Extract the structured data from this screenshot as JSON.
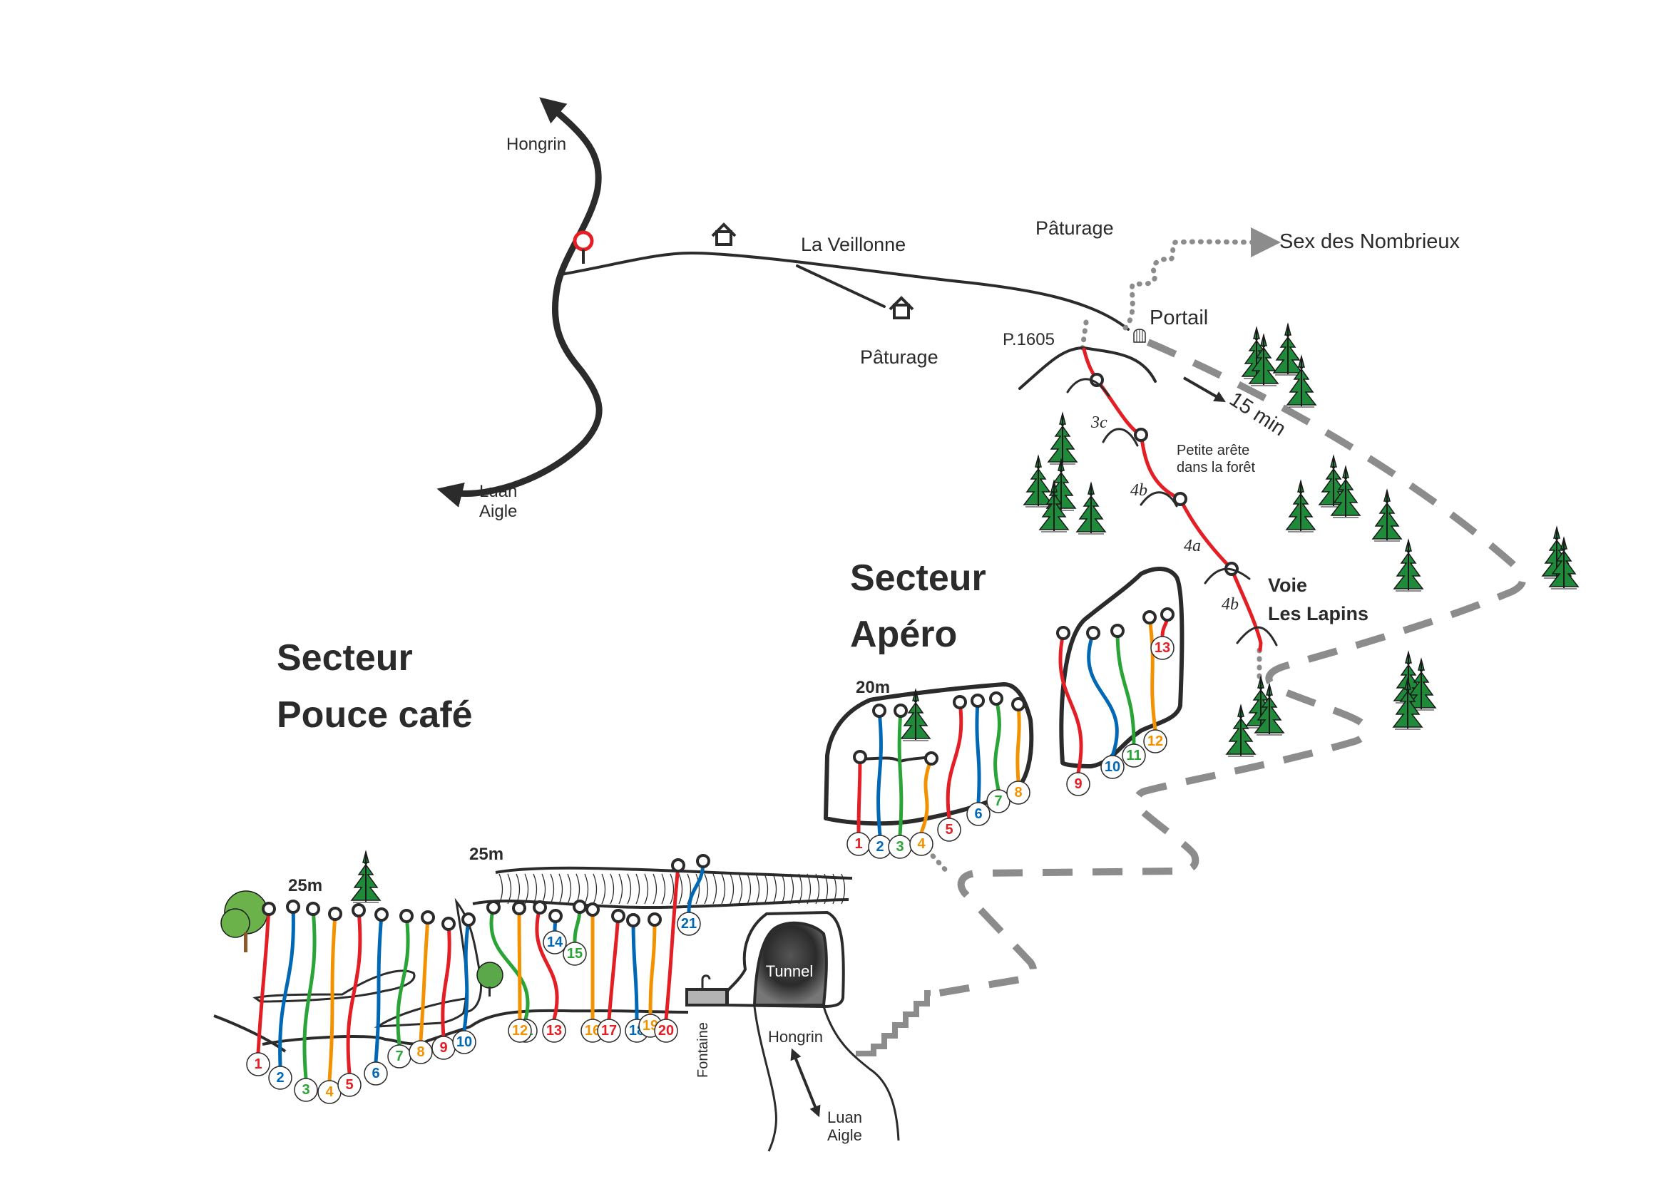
{
  "colors": {
    "red": "#e31e24",
    "blue": "#0068b4",
    "green": "#2aa437",
    "orange": "#f39200",
    "ink": "#2b2b2b",
    "trail": "#8c8c8c",
    "parking": "#e31e24",
    "tree_green": "#1f8a3a",
    "tunnel": "#333333"
  },
  "roads": {
    "main_north_label": "Hongrin",
    "main_south_label_1": "Luan",
    "main_south_label_2": "Aigle"
  },
  "places": {
    "la_veillonne": "La Veillonne",
    "paturage_south": "Pâturage",
    "paturage_north": "Pâturage",
    "sex_des_nombrieux": "Sex des Nombrieux",
    "portail": "Portail",
    "p1605": "P.1605",
    "walk_time": "15 min",
    "petite_arete_1": "Petite arête",
    "petite_arete_2": "dans la forêt",
    "fontaine": "Fontaine",
    "tunnel": "Tunnel",
    "tunnel_north": "Hongrin",
    "tunnel_south_1": "Luan",
    "tunnel_south_2": "Aigle"
  },
  "voie_les_lapins": {
    "title_1": "Voie",
    "title_2": "Les Lapins",
    "pitches": [
      "3c",
      "4b",
      "4a",
      "4b"
    ]
  },
  "sectors": {
    "pouce_cafe": {
      "title_1": "Secteur",
      "title_2": "Pouce café",
      "height_left": "25m",
      "height_right": "25m",
      "routes": [
        {
          "n": "1",
          "color": "red"
        },
        {
          "n": "2",
          "color": "blue"
        },
        {
          "n": "3",
          "color": "green"
        },
        {
          "n": "4",
          "color": "orange"
        },
        {
          "n": "5",
          "color": "red"
        },
        {
          "n": "6",
          "color": "blue"
        },
        {
          "n": "7",
          "color": "green"
        },
        {
          "n": "8",
          "color": "orange"
        },
        {
          "n": "9",
          "color": "red"
        },
        {
          "n": "10",
          "color": "blue"
        },
        {
          "n": "11",
          "color": "green"
        },
        {
          "n": "12",
          "color": "orange"
        },
        {
          "n": "13",
          "color": "red"
        },
        {
          "n": "14",
          "color": "blue"
        },
        {
          "n": "15",
          "color": "green"
        },
        {
          "n": "16",
          "color": "orange"
        },
        {
          "n": "17",
          "color": "red"
        },
        {
          "n": "18",
          "color": "blue"
        },
        {
          "n": "19",
          "color": "orange"
        },
        {
          "n": "20",
          "color": "red"
        },
        {
          "n": "21",
          "color": "blue"
        }
      ]
    },
    "apero": {
      "title_1": "Secteur",
      "title_2": "Apéro",
      "height": "20m",
      "routes": [
        {
          "n": "1",
          "color": "red"
        },
        {
          "n": "2",
          "color": "blue"
        },
        {
          "n": "3",
          "color": "green"
        },
        {
          "n": "4",
          "color": "orange"
        },
        {
          "n": "5",
          "color": "red"
        },
        {
          "n": "6",
          "color": "blue"
        },
        {
          "n": "7",
          "color": "green"
        },
        {
          "n": "8",
          "color": "orange"
        },
        {
          "n": "9",
          "color": "red"
        },
        {
          "n": "10",
          "color": "blue"
        },
        {
          "n": "11",
          "color": "green"
        },
        {
          "n": "12",
          "color": "orange"
        },
        {
          "n": "13",
          "color": "red"
        }
      ]
    }
  },
  "icons": [
    "parking-icon",
    "house-icon",
    "gate-icon",
    "fir-tree-icon",
    "deciduous-tree-icon",
    "fountain-icon",
    "tunnel-icon",
    "arrow-icon"
  ]
}
